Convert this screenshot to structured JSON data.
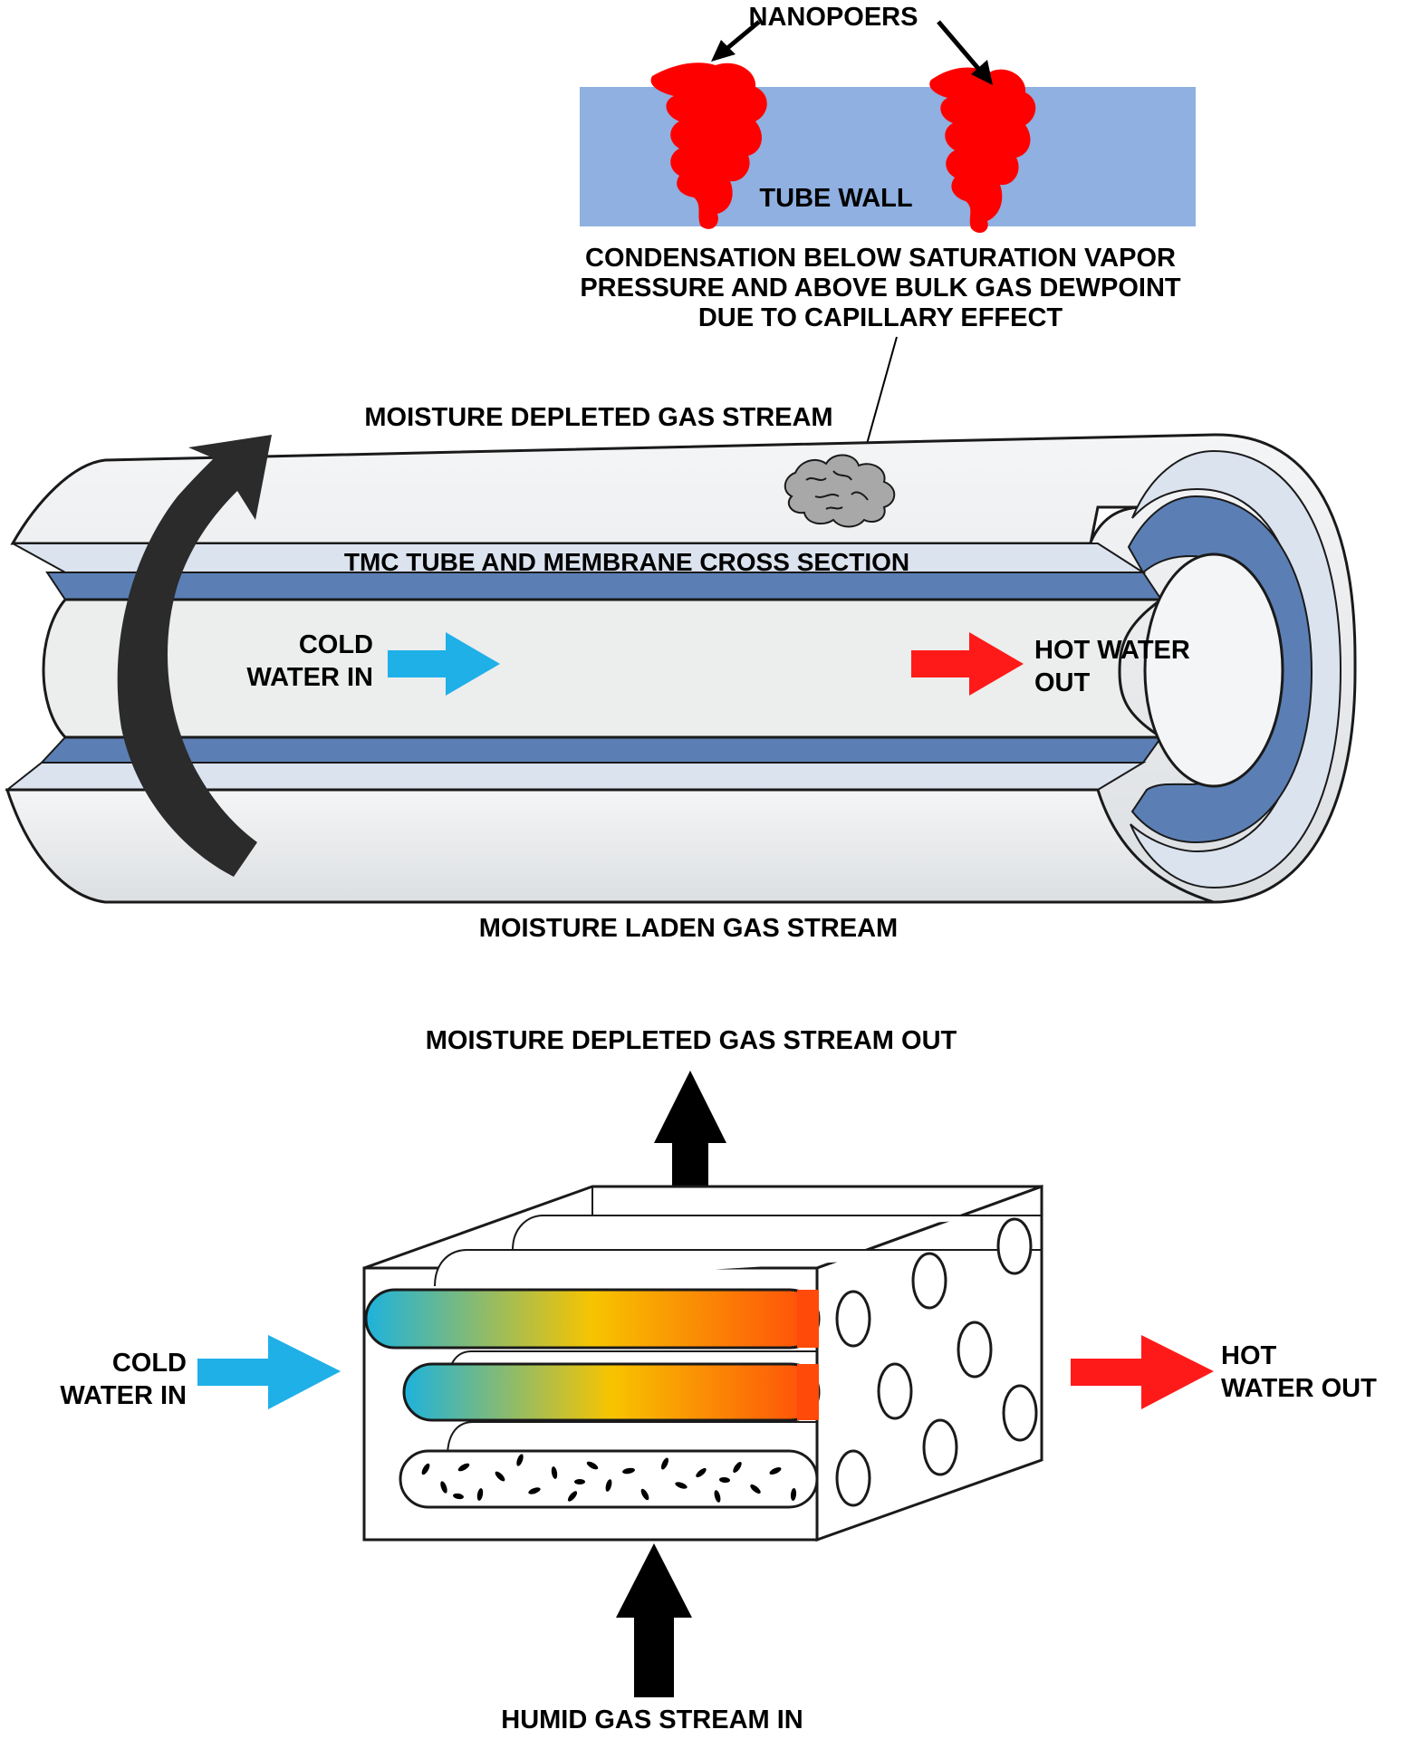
{
  "colors": {
    "tube_body": "#e8e9ea",
    "tube_outline": "#1a1a1a",
    "membrane": "#5b7fb4",
    "membrane_light": "#dbe3ef",
    "tube_wall": "#8fb0e0",
    "nanopore": "#ff0000",
    "cold_arrow": "#1fb0e8",
    "hot_arrow": "#ff1a1a",
    "gas_arrow": "#2b2b2b",
    "gradient_stops": [
      "#1eb2dc",
      "#f7c400",
      "#ff4a0a"
    ]
  },
  "icons": {
    "nanopore_shape": "red-blob",
    "droplet_cluster": "condensate-cluster-icon",
    "flow_arrows": "block-arrow"
  },
  "labels": {
    "nanopores": "NANOPOERS",
    "tube_wall": "TUBE WALL",
    "condensation_line1": "CONDENSATION BELOW SATURATION VAPOR",
    "condensation_line2": "PRESSURE AND ABOVE BULK GAS DEWPOINT",
    "condensation_line3": "DUE TO CAPILLARY EFFECT",
    "moisture_depleted": "MOISTURE DEPLETED GAS STREAM",
    "tmc_cross_section": "TMC TUBE AND MEMBRANE CROSS SECTION",
    "cold_water_in_1": "COLD",
    "cold_water_in_2": "WATER IN",
    "hot_water_out_1": "HOT WATER",
    "hot_water_out_2": "OUT",
    "moisture_laden": "MOISTURE LADEN GAS STREAM",
    "depleted_out": "MOISTURE DEPLETED GAS STREAM OUT",
    "cold_water_in_b1": "COLD",
    "cold_water_in_b2": "WATER IN",
    "hot_water_out_b1": "HOT",
    "hot_water_out_b2": "WATER OUT",
    "humid_gas_in": "HUMID GAS STREAM IN"
  }
}
